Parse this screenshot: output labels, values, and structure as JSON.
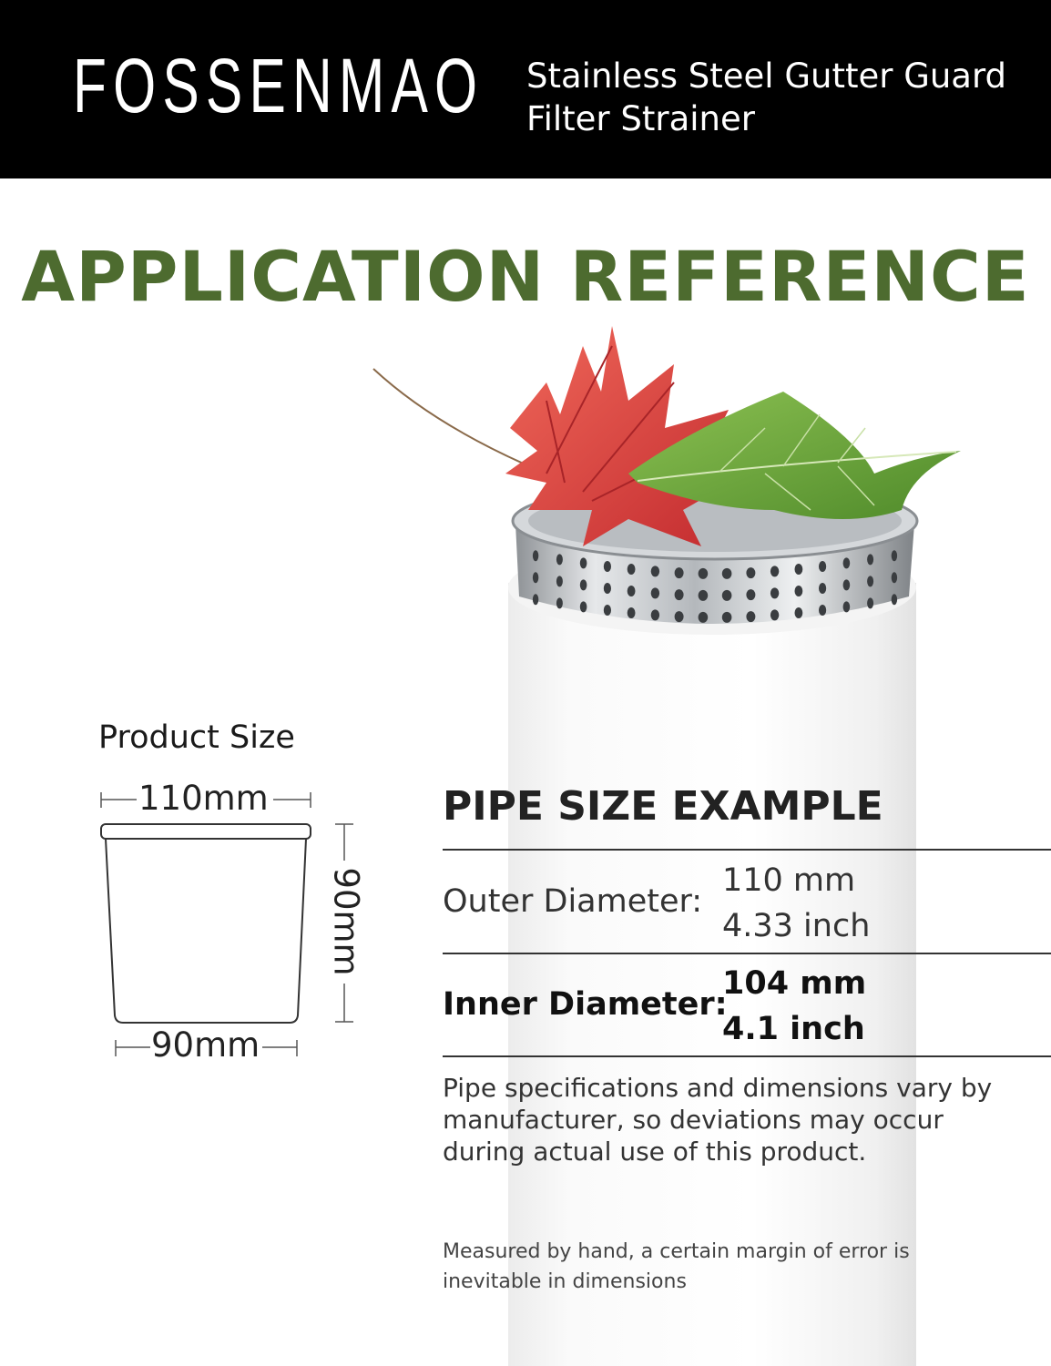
{
  "header": {
    "brand": "FOSSENMAO",
    "tagline_line1": "Stainless Steel Gutter Guard",
    "tagline_line2": "Filter Strainer"
  },
  "title": "APPLICATION REFERENCE",
  "product_size": {
    "title": "Product Size",
    "top_width": "110mm",
    "height": "90mm",
    "bottom_width": "90mm"
  },
  "pipe_size": {
    "title": "PIPE SIZE EXAMPLE",
    "rows": [
      {
        "label": "Outer Diameter:",
        "value_mm": "110 mm",
        "value_inch": "4.33 inch"
      },
      {
        "label": "Inner Diameter:",
        "value_mm": "104 mm",
        "value_inch": "4.1 inch"
      }
    ],
    "note": "Pipe specifications and dimensions vary by manufacturer, so deviations may occur during actual use of this product."
  },
  "footnote": "Measured by hand, a certain margin of error is inevitable in dimensions",
  "colors": {
    "header_bg": "#000000",
    "title_green": "#4d6b2f",
    "leaf_red": "#d8383a",
    "leaf_green": "#6fa33c",
    "steel": "#c9ccd0"
  },
  "icons": [
    "red-maple-leaf-icon",
    "green-leaf-icon",
    "strainer-icon",
    "pipe-icon",
    "cup-outline-icon"
  ]
}
